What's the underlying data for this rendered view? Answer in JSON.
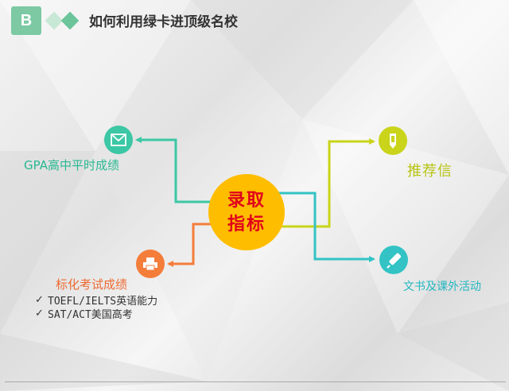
{
  "header": {
    "badge": "B",
    "title": "如何利用绿卡进顶级名校"
  },
  "hub": {
    "label": "录取指标",
    "color": "#ffbd00",
    "text_color": "#e0001b"
  },
  "nodes": [
    {
      "id": "gpa",
      "label": "GPA高中平时成绩",
      "icon": "envelope-icon",
      "color": "#3cc7a5"
    },
    {
      "id": "recommendation",
      "label": "推荐信",
      "icon": "pencil-icon",
      "color": "#c9d41a"
    },
    {
      "id": "tests",
      "label": "标化考试成绩",
      "icon": "printer-icon",
      "color": "#f47d3a"
    },
    {
      "id": "essays",
      "label": "文书及课外活动",
      "icon": "pen-icon",
      "color": "#33c3c4"
    }
  ],
  "tests_checklist": [
    {
      "mark": "✓",
      "text": "TOEFL/IELTS英语能力"
    },
    {
      "mark": "✓",
      "text": "SAT/ACT美国高考"
    }
  ],
  "colors": {
    "accent_green": "#7cc9a4",
    "background": "#ececec"
  }
}
